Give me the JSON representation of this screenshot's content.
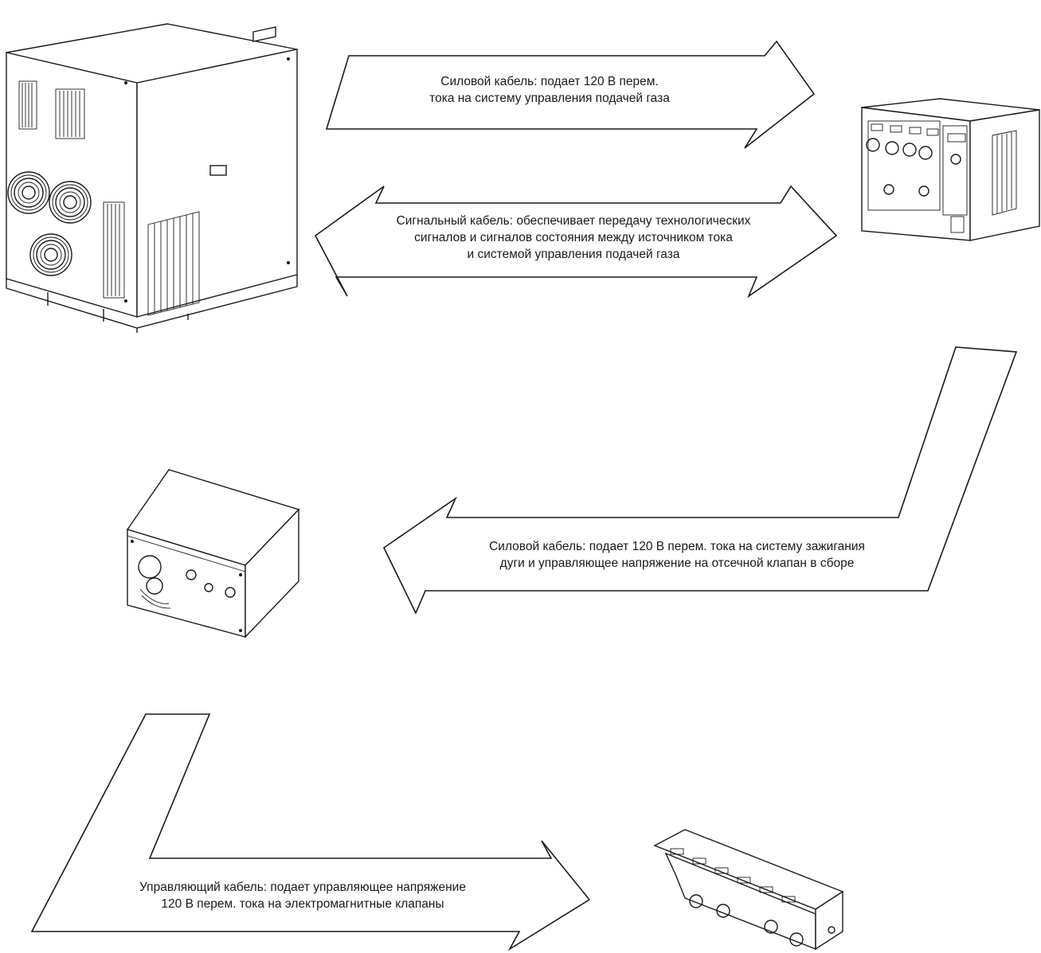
{
  "arrows": {
    "power_to_gas": {
      "line1": "Силовой кабель: подает 120 В перем.",
      "line2": "тока на систему управления подачей газа"
    },
    "signal": {
      "line1": "Сигнальный кабель: обеспечивает передачу технологических",
      "line2": "сигналов и сигналов состояния между источником тока",
      "line3": "и системой управления подачей газа"
    },
    "power_to_ignition": {
      "line1": "Силовой кабель: подает 120 В перем. тока на систему зажигания",
      "line2": "дуги и управляющее напряжение на отсечной клапан в сборе"
    },
    "control": {
      "line1": "Управляющий кабель: подает управляющее напряжение",
      "line2": "120 В перем. тока на электромагнитные клапаны"
    }
  },
  "devices": [
    {
      "name": "power-supply",
      "icon": "power-supply-cabinet-icon"
    },
    {
      "name": "gas-control-console",
      "icon": "gas-console-icon"
    },
    {
      "name": "ignition-console",
      "icon": "ignition-console-icon"
    },
    {
      "name": "valve-assembly",
      "icon": "valve-manifold-icon"
    }
  ],
  "colors": {
    "line": "#1a1a1a",
    "background": "#ffffff"
  }
}
